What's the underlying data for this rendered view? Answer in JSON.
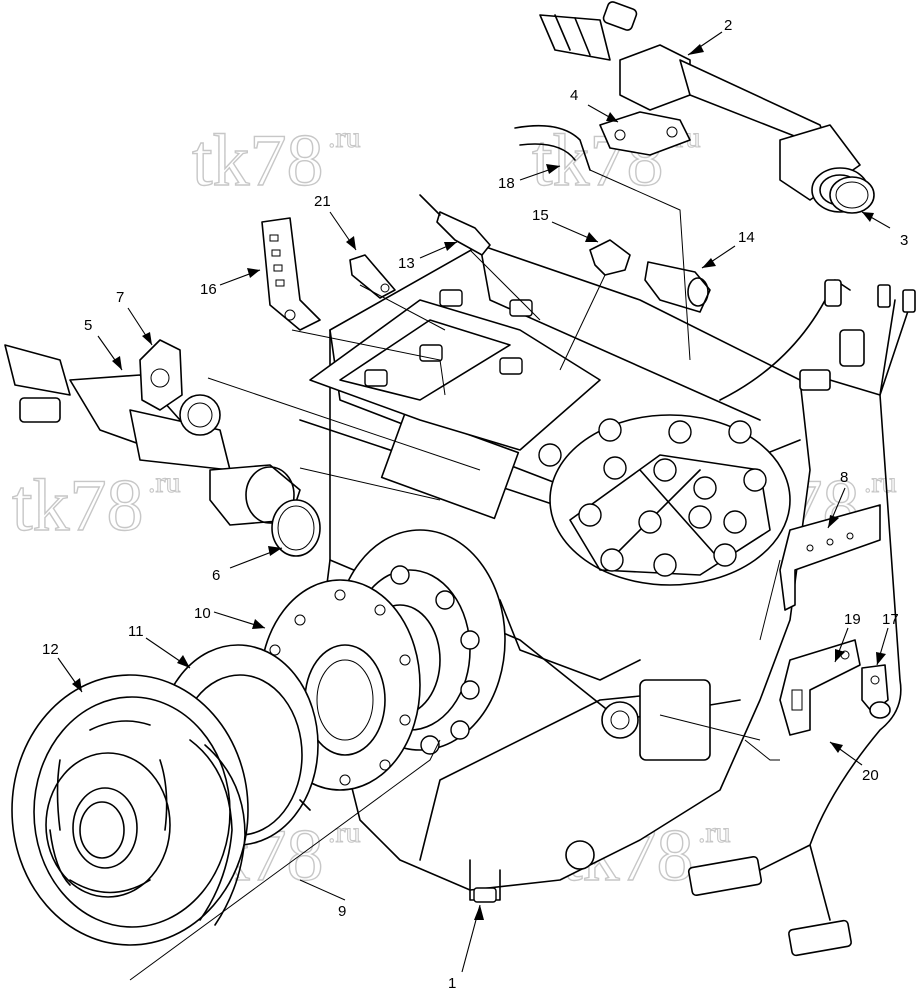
{
  "watermark": {
    "text": "tk78",
    "suffix": ".ru"
  },
  "callouts": [
    "1",
    "2",
    "3",
    "4",
    "5",
    "6",
    "7",
    "8",
    "9",
    "10",
    "11",
    "12",
    "13",
    "14",
    "15",
    "16",
    "17",
    "18",
    "19",
    "20",
    "21"
  ]
}
